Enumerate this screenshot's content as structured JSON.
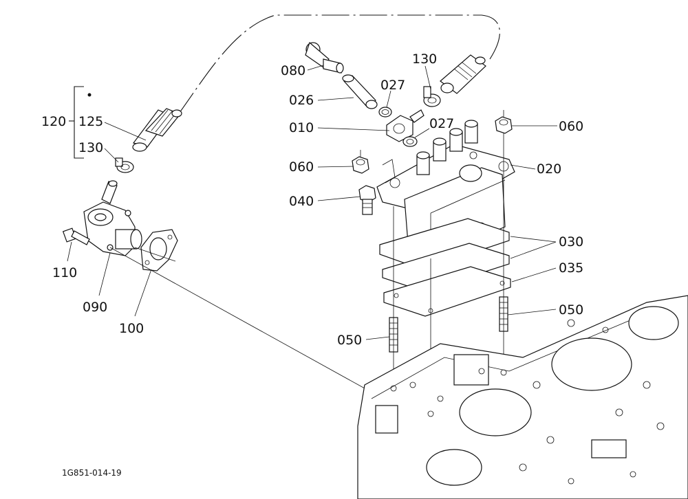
{
  "drawing_ref": "1G851-014-19",
  "callouts": [
    {
      "id": "c080",
      "text": "080"
    },
    {
      "id": "c130a",
      "text": "130"
    },
    {
      "id": "c027a",
      "text": "027"
    },
    {
      "id": "c026",
      "text": "026"
    },
    {
      "id": "c010",
      "text": "010"
    },
    {
      "id": "c027b",
      "text": "027"
    },
    {
      "id": "c060a",
      "text": "060"
    },
    {
      "id": "c060b",
      "text": "060"
    },
    {
      "id": "c020",
      "text": "020"
    },
    {
      "id": "c040",
      "text": "040"
    },
    {
      "id": "c030",
      "text": "030"
    },
    {
      "id": "c035",
      "text": "035"
    },
    {
      "id": "c050a",
      "text": "050"
    },
    {
      "id": "c050b",
      "text": "050"
    },
    {
      "id": "c120",
      "text": "120"
    },
    {
      "id": "c125",
      "text": "125"
    },
    {
      "id": "c130b",
      "text": "130"
    },
    {
      "id": "c110",
      "text": "110"
    },
    {
      "id": "c090",
      "text": "090"
    },
    {
      "id": "c100",
      "text": "100"
    }
  ]
}
